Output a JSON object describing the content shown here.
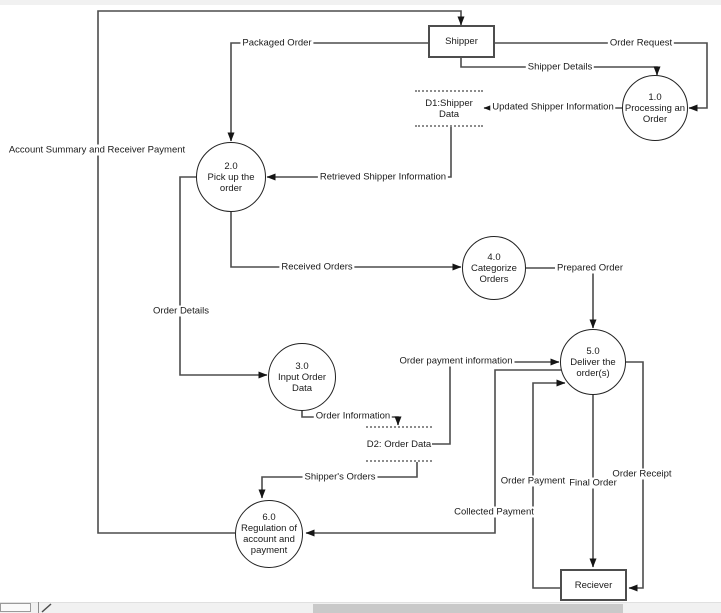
{
  "diagram_type": "data-flow-diagram",
  "entities": {
    "shipper": {
      "label": "Shipper"
    },
    "reciever": {
      "label": "Reciever"
    }
  },
  "processes": {
    "p1": {
      "lines": [
        "1.0",
        "Processing an",
        "Order"
      ]
    },
    "p2": {
      "lines": [
        "2.0",
        "Pick up the",
        "order"
      ]
    },
    "p3": {
      "lines": [
        "3.0",
        "Input Order",
        "Data"
      ]
    },
    "p4": {
      "lines": [
        "4.0",
        "Categorize",
        "Orders"
      ]
    },
    "p5": {
      "lines": [
        "5.0",
        "Deliver the",
        "order(s)"
      ]
    },
    "p6": {
      "lines": [
        "6.0",
        "Regulation of",
        "account and",
        "payment"
      ]
    }
  },
  "data_stores": {
    "d1": {
      "lines": [
        "D1:Shipper",
        "Data"
      ]
    },
    "d2": {
      "lines": [
        "D2: Order Data"
      ]
    }
  },
  "flows": {
    "packaged_order": "Packaged Order",
    "order_request": "Order Request",
    "shipper_details": "Shipper Details",
    "updated_shipper_information": "Updated Shipper Information",
    "retrieved_shipper_information": "Retrieved Shipper Information",
    "received_orders": "Received Orders",
    "prepared_order": "Prepared Order",
    "order_details": "Order Details",
    "order_information": "Order Information",
    "order_payment_information": "Order payment information",
    "shippers_orders": "Shipper's Orders",
    "collected_payment": "Collected Payment",
    "order_payment": "Order Payment",
    "final_order": "Final Order",
    "order_receipt": "Order Receipt",
    "account_summary": "Account Summary and Receiver Payment"
  },
  "colors": {
    "connector_line": "#4d4d4d",
    "arrowhead": "#151515",
    "process_border": "#222222",
    "entity_border": "#4d4d4d",
    "store_dotted": "#8c8c8c",
    "chrome_bar": "#f1f1f1",
    "scroll_thumb": "#c9c9c9"
  }
}
